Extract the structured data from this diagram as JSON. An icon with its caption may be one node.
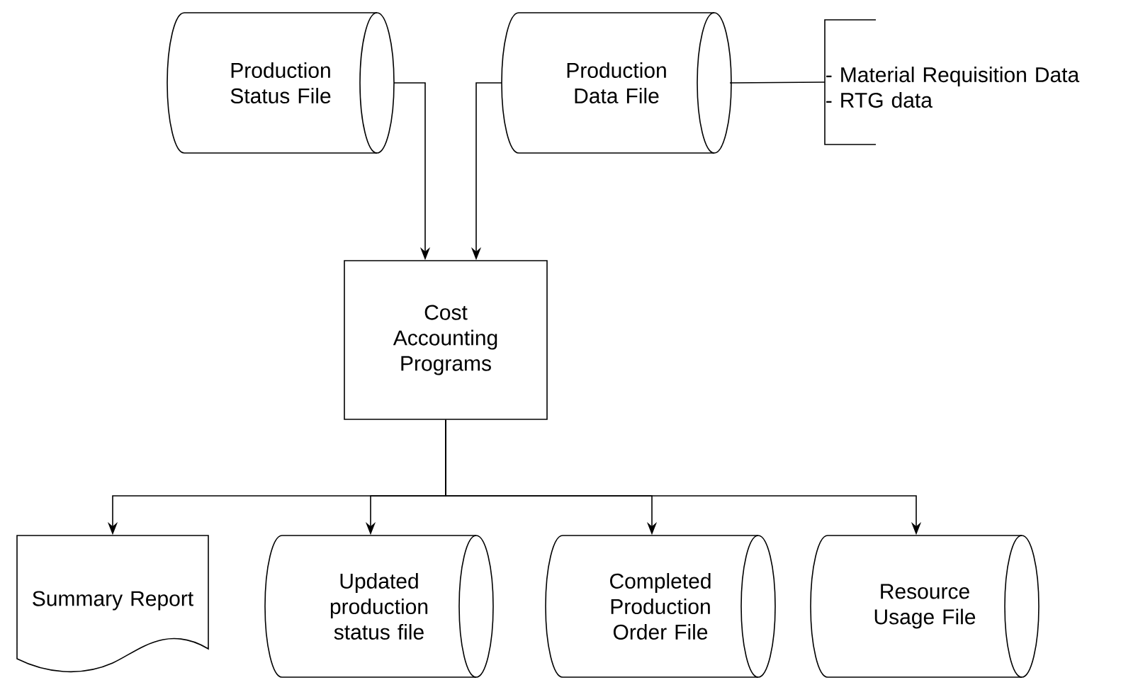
{
  "diagram": {
    "nodes": [
      {
        "text": [
          "Production Status File"
        ]
      },
      {
        "text": [
          "Production Data File"
        ]
      },
      {
        "text": [
          "- Material Requisition Data",
          "- RTG data"
        ]
      },
      {
        "text": [
          "Cost Accounting Programs"
        ]
      },
      {
        "text": [
          "Summary Report"
        ]
      },
      {
        "text": [
          "Updated production status file"
        ]
      },
      {
        "text": [
          "Completed Production Order File"
        ]
      },
      {
        "text": [
          "Resource Usage File"
        ]
      }
    ],
    "edges": [
      {
        "from": 0,
        "to": 3,
        "arrow": "to"
      },
      {
        "from": 1,
        "to": 3,
        "arrow": "to"
      },
      {
        "from": 1,
        "to": 2,
        "arrow": "none"
      },
      {
        "from": 3,
        "to": 4,
        "arrow": "to"
      },
      {
        "from": 3,
        "to": 5,
        "arrow": "to"
      },
      {
        "from": 3,
        "to": 6,
        "arrow": "to"
      },
      {
        "from": 3,
        "to": 7,
        "arrow": "to"
      }
    ]
  }
}
